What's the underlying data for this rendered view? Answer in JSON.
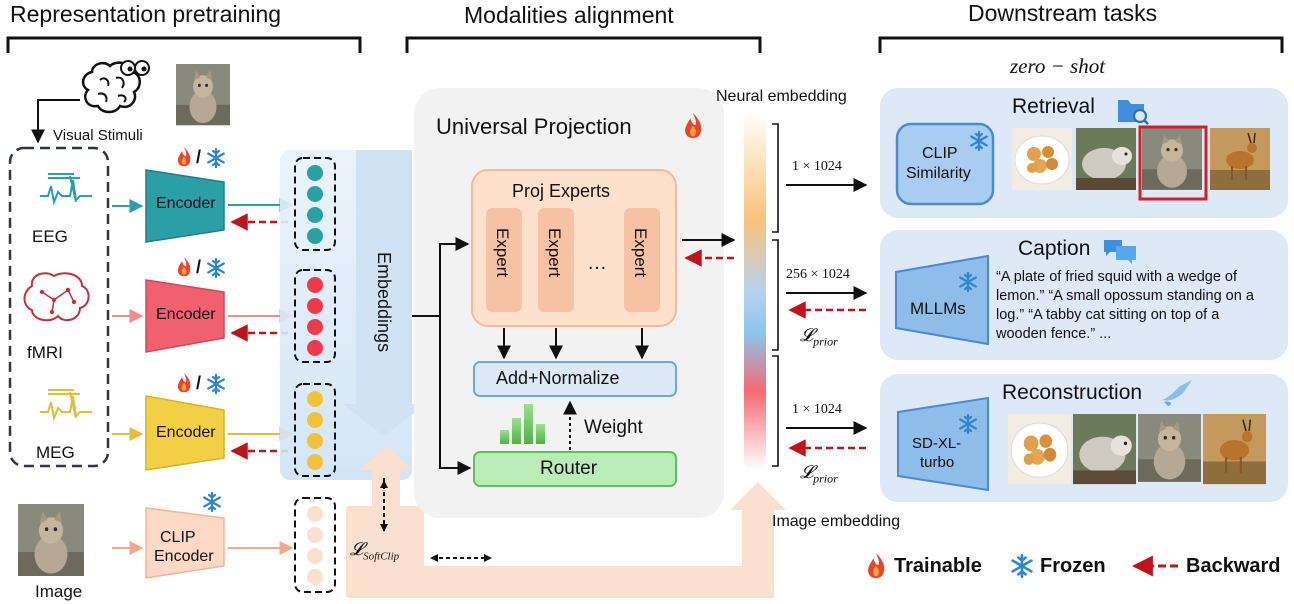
{
  "sections": {
    "pretraining": "Representation pretraining",
    "alignment": "Modalities alignment",
    "downstream": "Downstream tasks"
  },
  "stimuli": {
    "visual": "Visual Stimuli",
    "image": "Image"
  },
  "modalities": [
    {
      "name": "EEG",
      "encoder": "Encoder",
      "color": "#2a9fa6"
    },
    {
      "name": "fMRI",
      "encoder": "Encoder",
      "color": "#f0606e"
    },
    {
      "name": "MEG",
      "encoder": "Encoder",
      "color": "#f2cf45"
    }
  ],
  "clip_encoder": {
    "line1": "CLIP",
    "line2": "Encoder"
  },
  "trainable_frozen": "/",
  "embeddings_label": "Embeddings",
  "projection": {
    "title": "Universal Projection",
    "proj_experts": "Proj Experts",
    "experts": [
      "Expert",
      "Expert",
      "Expert"
    ],
    "ellipsis": "…",
    "add_norm": "Add+Normalize",
    "weight": "Weight",
    "router": "Router"
  },
  "loss_softclip": "𝓛",
  "loss_softclip_sub": "SoftClip",
  "neural_embedding": "Neural embedding",
  "image_embedding": "Image embedding",
  "zero_shot": "zero − shot",
  "dims": {
    "retrieval": "1 × 1024",
    "caption": "256 × 1024",
    "recon": "1 × 1024"
  },
  "loss_prior": "𝓛",
  "loss_prior_sub": "prior",
  "tasks": {
    "retrieval": {
      "title": "Retrieval",
      "model_line1": "CLIP",
      "model_line2": "Similarity"
    },
    "caption": {
      "title": "Caption",
      "model": "MLLMs",
      "text": "“A plate of fried squid with a wedge of lemon.” “A small opossum standing on a log.” “A tabby cat sitting on top of a wooden fence.” ..."
    },
    "reconstruction": {
      "title": "Reconstruction",
      "model_line1": "SD-XL-",
      "model_line2": "turbo"
    }
  },
  "legend": {
    "trainable": "Trainable",
    "frozen": "Frozen",
    "backward": "Backward"
  },
  "colors": {
    "teal": "#2a9fa6",
    "red": "#f0606e",
    "yellow": "#f2cf45",
    "peach": "#fbd9c4",
    "panel_blue": "#dde9f6",
    "model_blue": "#6fa7e0",
    "router_green": "#b9ecb6",
    "add_norm_blue": "#dceaf8",
    "backward_red": "#c0141c"
  },
  "icons": [
    "brain-icon",
    "flame-icon",
    "snowflake-icon",
    "folder-search-icon",
    "chat-bubbles-icon",
    "brush-icon",
    "bar-chart-icon"
  ]
}
